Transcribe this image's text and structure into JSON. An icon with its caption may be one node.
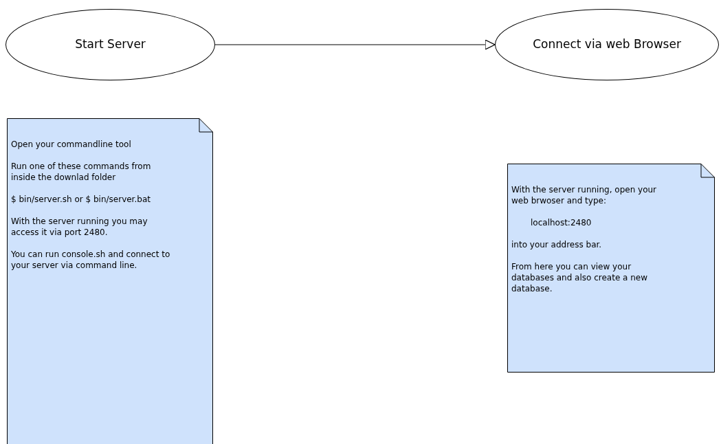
{
  "diagram": {
    "nodes": [
      {
        "text": [
          "Start Server"
        ]
      },
      {
        "text": [
          "Connect via web Browser"
        ]
      },
      {
        "text": [
          "Open your commandline tool",
          "Run one of these commands from inside the downlad folder",
          "$ bin/server.sh or $ bin/server.bat",
          "With the server running you may access it via port 2480.",
          "You can run console.sh and connect to your server via command line."
        ]
      },
      {
        "text": [
          "With the server running, open your web brwoser and type:",
          "localhost:2480",
          "into your address bar.",
          "From here you can view your databases and also create a new database."
        ]
      }
    ],
    "edges": [
      {
        "from": 0,
        "to": 1,
        "arrow": "to"
      }
    ]
  }
}
